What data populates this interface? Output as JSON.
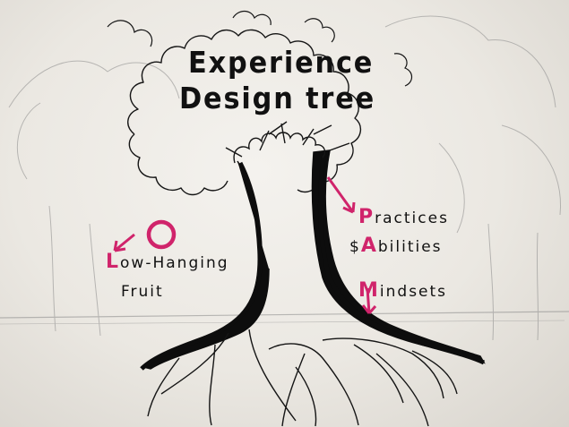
{
  "title": {
    "line1": "Experience",
    "line2": "Design tree"
  },
  "low_hanging_fruit": {
    "line1_initial": "L",
    "line1_rest": "ow-Hanging",
    "line2": "Fruit"
  },
  "pam": {
    "practices_initial": "P",
    "practices_rest": "ractices",
    "abilities_prefix": "$",
    "abilities_initial": "A",
    "abilities_rest": "bilities",
    "mindsets_initial": "M",
    "mindsets_rest": "indsets"
  },
  "colors": {
    "ink": "#111111",
    "accent": "#d0246b",
    "paper": "#f1efea"
  }
}
